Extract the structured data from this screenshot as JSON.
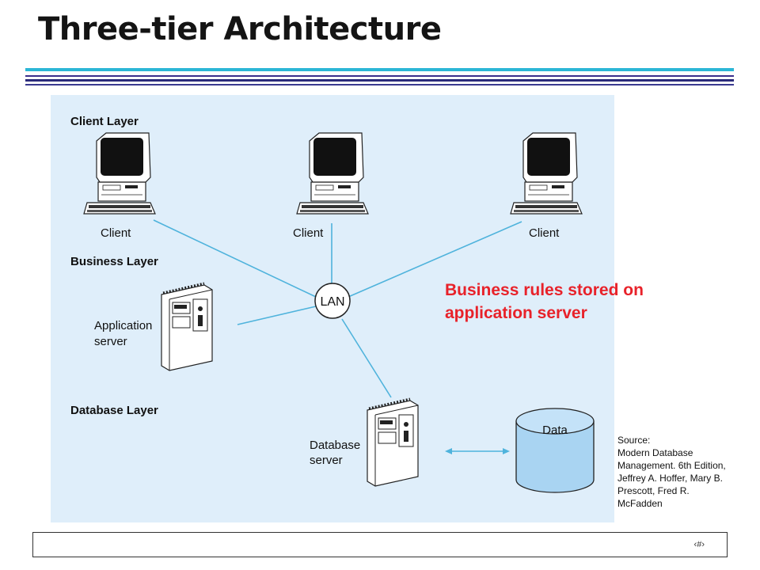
{
  "slide": {
    "title": "Three-tier Architecture",
    "page_number": "‹#›"
  },
  "diagram": {
    "layers": [
      "Client Layer",
      "Business Layer",
      "Database Layer"
    ],
    "clients": [
      "Client",
      "Client",
      "Client"
    ],
    "hub": "LAN",
    "app_server": [
      "Application",
      "server"
    ],
    "db_server": [
      "Database",
      "server"
    ],
    "data_store": "Data"
  },
  "callout": [
    "Business rules stored on",
    "application server"
  ],
  "source": [
    "Source:",
    "Modern Database",
    "Management. 6th Edition,",
    "Jeffrey A. Hoffer, Mary B.",
    "Prescott, Fred R.",
    "McFadden"
  ],
  "colors": {
    "panel": "#dfeefa",
    "connector": "#4fb3dc",
    "callout": "#e8222a",
    "accent_rule": "#2bb6d6"
  }
}
